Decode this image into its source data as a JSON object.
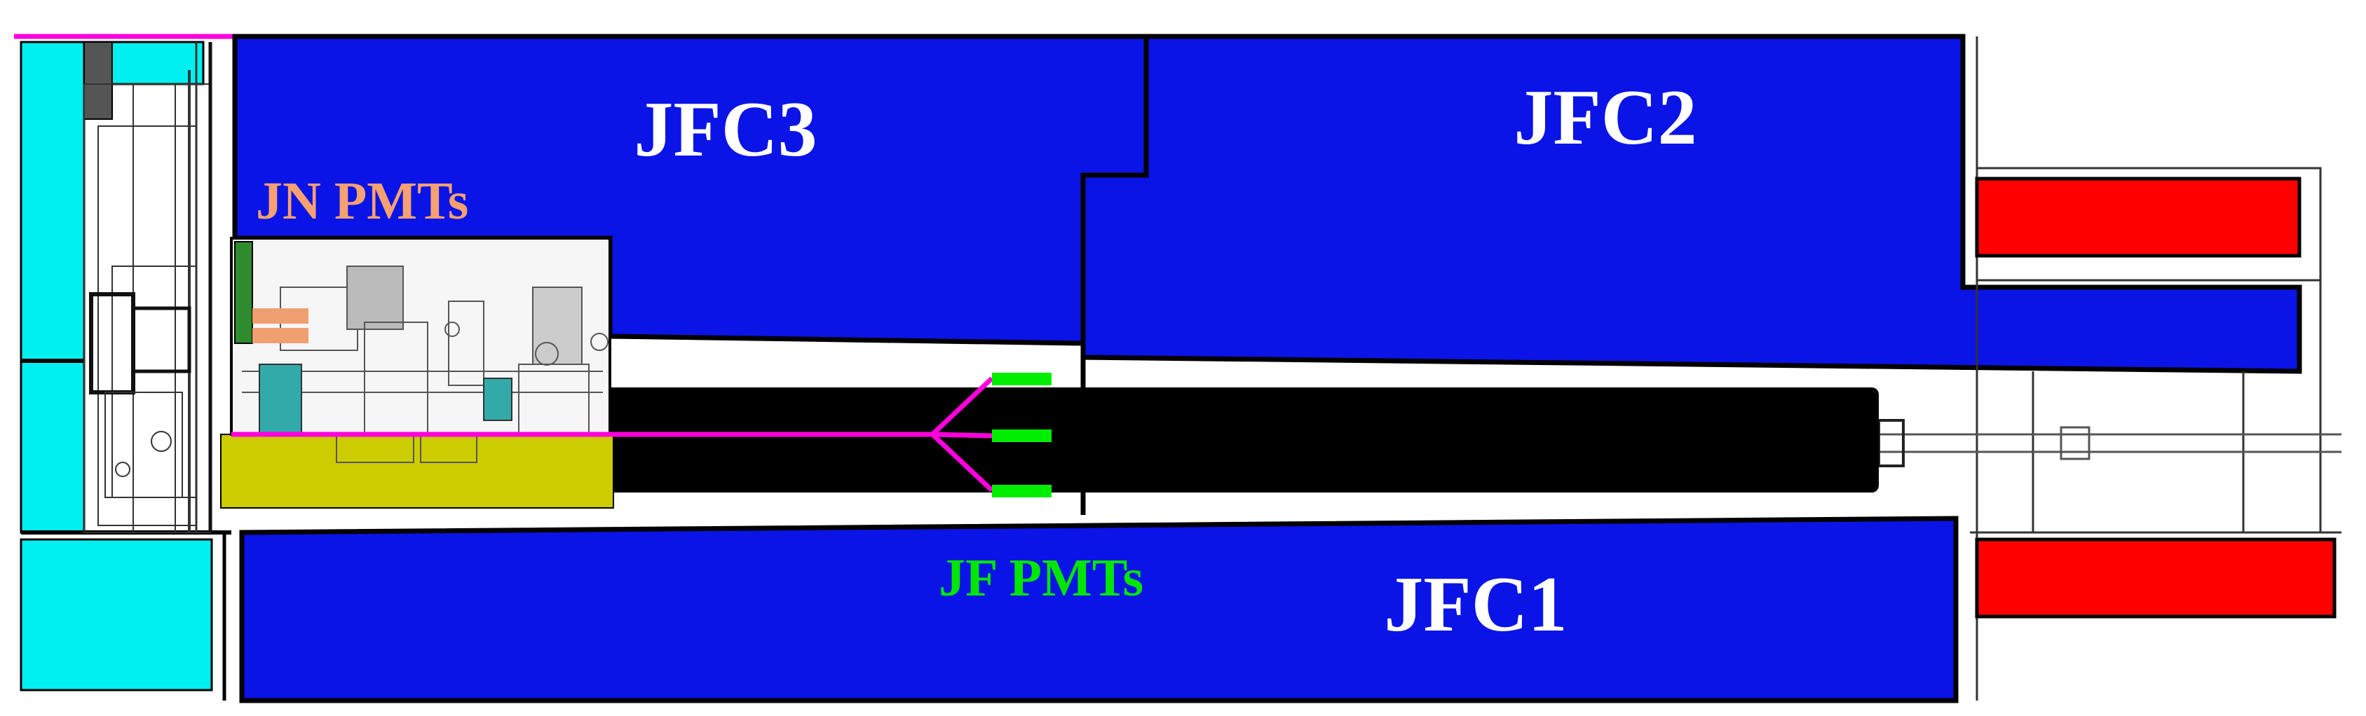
{
  "labels": {
    "jfc3": "JFC3",
    "jfc2": "JFC2",
    "jfc1": "JFC1",
    "jn_pmts": "JN PMTs",
    "jf_pmts": "JF PMTs"
  },
  "colors": {
    "calorimeter": "#0a14e6",
    "outline": "#000000",
    "cyan_block": "#00f0f0",
    "red_block": "#ff0000",
    "yellow_base": "#cccc00",
    "magenta_line": "#ff00dd",
    "green_pmt": "#00ee00",
    "dark_green_pmt": "#2e8b2e",
    "copper": "#f0a070",
    "jn_label": "#f7a071",
    "jf_label": "#00e600",
    "white_label": "#ffffff"
  }
}
